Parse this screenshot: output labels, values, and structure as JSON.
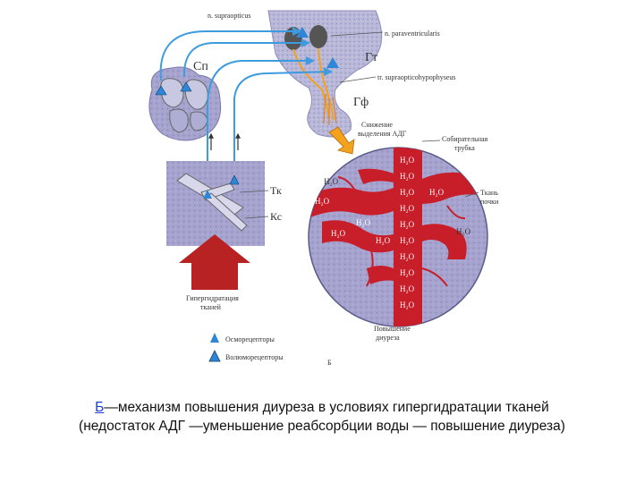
{
  "labels": {
    "supraopticus": "n. supraopticus",
    "paraventricularis": "n. paraventricularis",
    "gt": "Гт",
    "tract": "tr. supraopticohypophyseus",
    "gf": "Гф",
    "sp": "Сп",
    "adh_reduction": [
      "Снижение",
      "выделения АДГ"
    ],
    "collecting_duct": [
      "Собирательная",
      "трубка"
    ],
    "kidney_tissue": [
      "Ткань",
      "почки"
    ],
    "tk": "Тк",
    "ks": "Кс",
    "hyperhydration": [
      "Гипергидратация",
      "тканей"
    ],
    "diuresis_increase": [
      "Повышение",
      "диуреза"
    ],
    "osmoreceptors": "Осморецепторы",
    "volumoreceptors": "Волюморецепторы",
    "panel_letter": "Б",
    "water": "H₂O"
  },
  "caption": {
    "letter": "Б",
    "text": "—механизм повышения диуреза в условиях гипергидратации тканей (недостаток АДГ —уменьшение реабсорбции воды — повышение диуреза)"
  },
  "colors": {
    "nerve": "#3d9be0",
    "receptor": "#2e86d6",
    "blood": "#c81e2a",
    "tissue": "#9d9bc8",
    "arrow_red": "#b82222",
    "arrow_orange": "#f2a21d"
  }
}
